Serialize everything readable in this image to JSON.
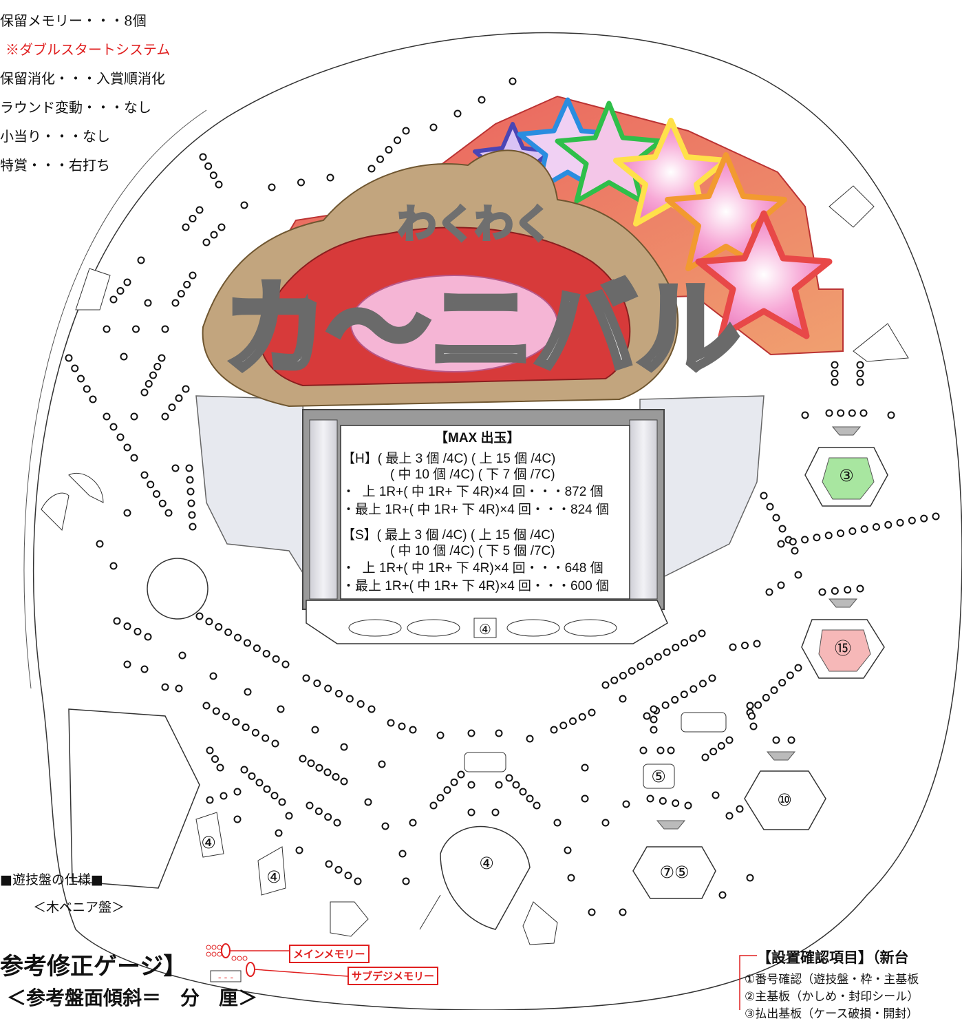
{
  "specs": [
    {
      "text": "保留メモリー・・・8個",
      "red": false
    },
    {
      "text": "※ダブルスタートシステム",
      "red": true
    },
    {
      "text": "保留消化・・・入賞順消化",
      "red": false
    },
    {
      "text": "ラウンド変動・・・なし",
      "red": false
    },
    {
      "text": "小当り・・・なし",
      "red": false
    },
    {
      "text": "特賞・・・右打ち",
      "red": false
    }
  ],
  "logo": {
    "top": "わくわく",
    "main": "カ〜ニバル"
  },
  "max_panel": {
    "title": "【MAX 出玉】",
    "lines": [
      "【H】( 最上 3 個 /4C) ( 上 15 個 /4C)",
      "       ( 中 10 個 /4C) ( 下 7 個 /7C)",
      "・  上 1R+( 中 1R+ 下 4R)×4 回・・・872 個",
      "・最上 1R+( 中 1R+ 下 4R)×4 回・・・824 個",
      "【S】( 最上 3 個 /4C) ( 上 15 個 /4C)",
      "       ( 中 10 個 /4C) ( 下 5 個 /7C)",
      "・  上 1R+( 中 1R+ 下 4R)×4 回・・・648 個",
      "・最上 1R+( 中 1R+ 下 4R)×4 回・・・600 個"
    ]
  },
  "pockets": {
    "center_stage": "④",
    "right_upper": "③",
    "right_middle": "⑮",
    "right_lower": "⑩",
    "bottom_right": "⑦⑤",
    "small_five": "⑤",
    "start": "④",
    "left_one": "④",
    "left_two": "④"
  },
  "board_spec": {
    "title": "■遊技盤の仕様■",
    "sub": "＜木ベニア盤＞"
  },
  "gauge": {
    "title": "参考修正ゲージ】",
    "slope": "＜参考盤面傾斜＝　分　厘＞"
  },
  "memory_tags": {
    "main": "メインメモリー",
    "sub": "サブデジメモリー",
    "dashes": "- - -"
  },
  "checklist": {
    "title": "【設置確認項目】（新台",
    "items": [
      "①番号確認（遊技盤・枠・主基板",
      "②主基板（かしめ・封印シール）",
      "③払出基板（ケース破損・開封）"
    ]
  },
  "colors": {
    "accent_red": "#e02020",
    "pocket_green": "#a8e6a0",
    "pocket_pink": "#f6b8b8",
    "banner_red": "#e85a5a"
  }
}
